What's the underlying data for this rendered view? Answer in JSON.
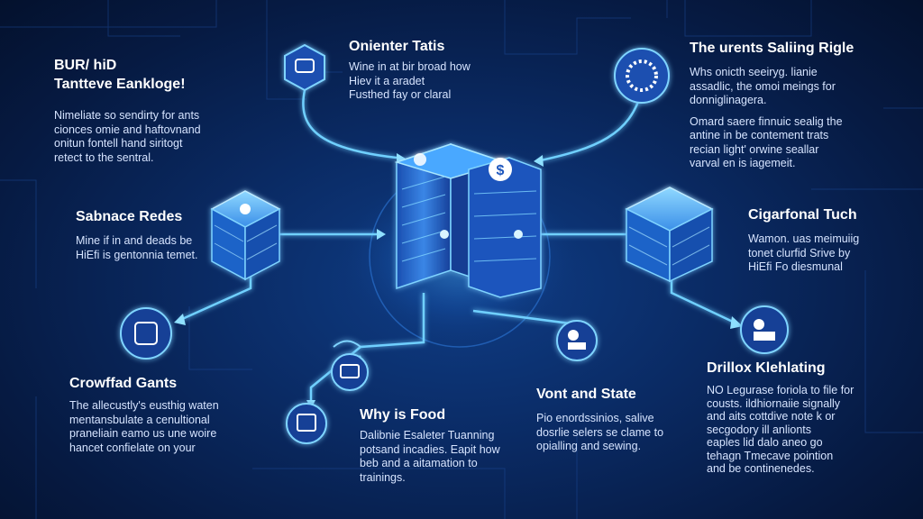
{
  "colors": {
    "accent": "#3fb6ff",
    "glow": "#7fd4ff",
    "background": "#061a42"
  },
  "top_left": {
    "title_1": "BUR/ hiD",
    "title_2": "Tantteve Eankloge!",
    "lines": [
      "Nimeliate so sendirty for ants",
      "cionces omie and haftovnand",
      "onitun fontell hand siritogt",
      "retect to the sentral."
    ]
  },
  "top_center": {
    "title": "Onienter Tatis",
    "lines": [
      "Wine in at bir broad how",
      "Hiev it a aradet",
      "Fusthed fay or claral"
    ]
  },
  "top_right": {
    "title": "The urents Saliing Rigle",
    "lines_1": [
      "Whs onicth seeiryg. lianie",
      "assadlic, the omoi meings for",
      "donniglinagera."
    ],
    "lines_2": [
      "Omard saere finnuic sealig the",
      "antine in be contement trats",
      "recian light' orwine seallar",
      "varval en is iagemeit."
    ]
  },
  "mid_left": {
    "title": "Sabnace Redes",
    "lines": [
      "Mine if in and deads be",
      "HiEfi is gentonnia temet."
    ]
  },
  "mid_right": {
    "title": "Cigarfonal Tuch",
    "lines": [
      "Wamon. uas meimuiig",
      "tonet clurfid Srive by",
      "HiEfi Fo diesmunal"
    ]
  },
  "bottom_left": {
    "title": "Crowffad Gants",
    "lines": [
      "The allecustly's eusthig waten",
      "mentansbulate a cenultional",
      "praneliain eamo us une woire",
      "hancet confielate on your"
    ]
  },
  "bottom_center_left": {
    "title": "Why is Food",
    "lines": [
      "Dalibnie Esaleter Tuanning",
      "potsand incadies. Eapit how",
      "beb and a aitamation to",
      "trainings."
    ]
  },
  "bottom_center_right": {
    "title": "Vont and State",
    "lines": [
      "Pio enordssinios, salive",
      "dosrlie selers se clame to",
      "opialling and sewing."
    ]
  },
  "bottom_right": {
    "title": "Drillox Klehlating",
    "lines": [
      "NO Legurase foriola to file for",
      "cousts. ildhiornaiie signally",
      "and aits cottdive note k or",
      "secgodory ill anlionts",
      "eaples lid dalo aneo go",
      "tehagn Tmecave pointion",
      "and be continenedes."
    ]
  },
  "icons": [
    "router-icon",
    "ring-icon",
    "robot-icon",
    "display-icon",
    "vote-icon",
    "tag-icon",
    "usage-icon",
    "dollar-icon"
  ]
}
